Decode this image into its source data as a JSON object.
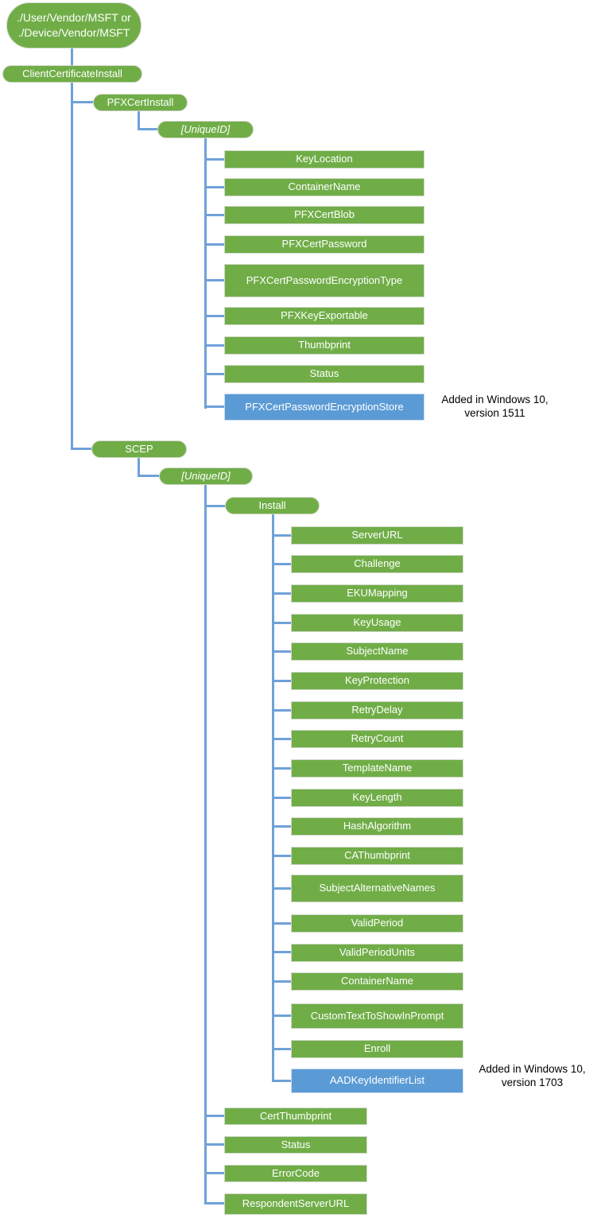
{
  "diagram": {
    "title_semantic": "ClientCertificateInstall CSP tree",
    "colors": {
      "node_green": "#70AD47",
      "node_blue": "#5B9BD5",
      "connector_blue": "#6FA1D9",
      "annotation_text": "#000000",
      "node_text": "#FFFFFF"
    },
    "root": {
      "label": "./User/Vendor/MSFT or\n./Device/Vendor/MSFT"
    },
    "client_certificate_install": {
      "label": "ClientCertificateInstall"
    },
    "pfx_cert_install": {
      "label": "PFXCertInstall",
      "unique_id": {
        "label": "[UniqueID]"
      },
      "leaves": [
        "KeyLocation",
        "ContainerName",
        "PFXCertBlob",
        "PFXCertPassword",
        "PFXCertPasswordEncryptionType",
        "PFXKeyExportable",
        "Thumbprint",
        "Status",
        "PFXCertPasswordEncryptionStore"
      ]
    },
    "scep": {
      "label": "SCEP",
      "unique_id": {
        "label": "[UniqueID]"
      },
      "install": {
        "label": "Install",
        "leaves": [
          "ServerURL",
          "Challenge",
          "EKUMapping",
          "KeyUsage",
          "SubjectName",
          "KeyProtection",
          "RetryDelay",
          "RetryCount",
          "TemplateName",
          "KeyLength",
          "HashAlgorithm",
          "CAThumbprint",
          "SubjectAlternativeNames",
          "ValidPeriod",
          "ValidPeriodUnits",
          "ContainerName",
          "CustomTextToShowInPrompt",
          "Enroll",
          "AADKeyIdentifierList"
        ]
      },
      "leaves": [
        "CertThumbprint",
        "Status",
        "ErrorCode",
        "RespondentServerURL"
      ]
    },
    "annotations": [
      {
        "text": "Added in Windows 10,\nversion 1511"
      },
      {
        "text": "Added in Windows 10,\nversion 1703"
      }
    ]
  }
}
